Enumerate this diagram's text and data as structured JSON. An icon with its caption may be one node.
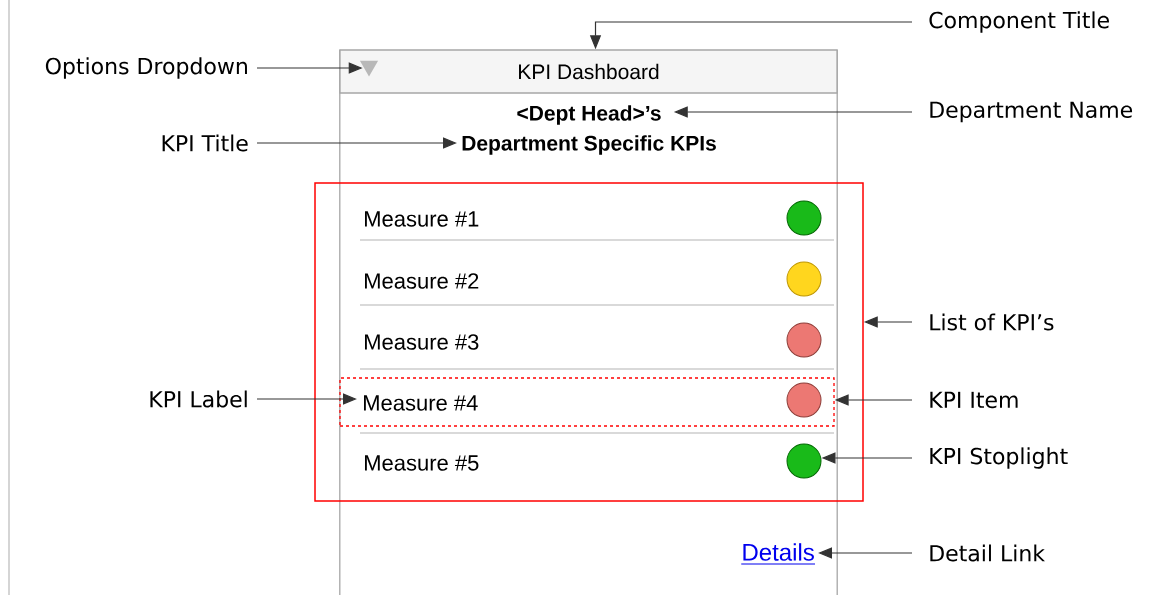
{
  "diagram": {
    "nodes": [
      {
        "text": [],
        "shape": "box"
      },
      {
        "text": [
          "KPI Dashboard"
        ],
        "in": 0
      },
      {
        "text": [],
        "shape": "triangle",
        "in": 1
      },
      {
        "text": [
          "<Dept Head>’s"
        ],
        "in": 0
      },
      {
        "text": [
          "Department Specific KPIs"
        ],
        "in": 0
      },
      {
        "text": [],
        "shape": "box"
      },
      {
        "text": [
          "Measure #1"
        ],
        "in": 5
      },
      {
        "text": [],
        "shape": "circle",
        "in": 5
      },
      {
        "text": [
          "Measure #2"
        ],
        "in": 5
      },
      {
        "text": [],
        "shape": "circle",
        "in": 5
      },
      {
        "text": [
          "Measure #3"
        ],
        "in": 5
      },
      {
        "text": [],
        "shape": "circle",
        "in": 5
      },
      {
        "text": [],
        "shape": "box",
        "in": 5
      },
      {
        "text": [
          "Measure #4"
        ],
        "in": 12
      },
      {
        "text": [],
        "shape": "circle",
        "in": 12
      },
      {
        "text": [
          "Measure #5"
        ],
        "in": 5
      },
      {
        "text": [],
        "shape": "circle",
        "in": 5
      },
      {
        "text": [
          "Details"
        ],
        "in": 0
      },
      {
        "text": [
          "Options Dropdown"
        ]
      },
      {
        "text": [
          "KPI Title"
        ]
      },
      {
        "text": [
          "KPI Label"
        ]
      },
      {
        "text": [
          "Component Title"
        ]
      },
      {
        "text": [
          "Department Name"
        ]
      },
      {
        "text": [
          "List of KPI’s"
        ]
      },
      {
        "text": [
          "KPI Item"
        ]
      },
      {
        "text": [
          "KPI Stoplight"
        ]
      },
      {
        "text": [
          "Detail Link"
        ]
      }
    ],
    "edges": [
      {
        "from": 18,
        "to": 2,
        "arrow": "to"
      },
      {
        "from": 19,
        "to": 4,
        "arrow": "to"
      },
      {
        "from": 20,
        "to": 13,
        "arrow": "to"
      },
      {
        "from": 21,
        "to": 1,
        "arrow": "to"
      },
      {
        "from": 22,
        "to": 3,
        "arrow": "to"
      },
      {
        "from": 23,
        "to": 5,
        "arrow": "to"
      },
      {
        "from": 24,
        "to": 12,
        "arrow": "to"
      },
      {
        "from": 25,
        "to": 16,
        "arrow": "to"
      },
      {
        "from": 26,
        "to": 17,
        "arrow": "to"
      }
    ]
  }
}
